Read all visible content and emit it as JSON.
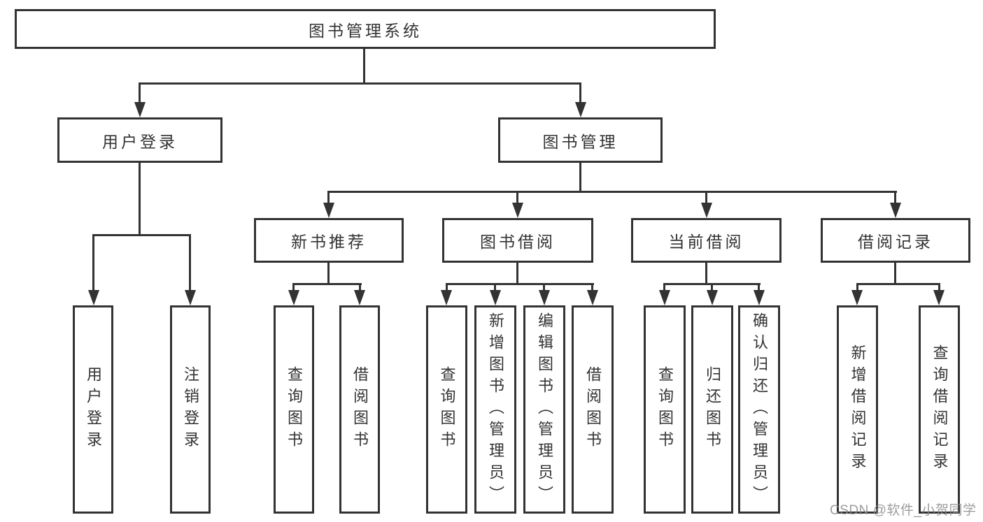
{
  "page": {
    "title": "图书管理系统",
    "watermark": "CSDN @软件_小贺同学"
  },
  "colors": {
    "line": "#333333",
    "text": "#333333",
    "box_background": "#ffffff",
    "watermark": "#8c8c8c",
    "background": "#ffffff"
  },
  "nodes": {
    "root": {
      "label": "图书管理系统"
    },
    "user_login": {
      "label": "用户登录"
    },
    "book_mgmt": {
      "label": "图书管理"
    },
    "new_books": {
      "label": "新书推荐"
    },
    "book_borrow": {
      "label": "图书借阅"
    },
    "current_borrow": {
      "label": "当前借阅"
    },
    "borrow_records": {
      "label": "借阅记录"
    },
    "leaf_user_login": {
      "label": "用户登录"
    },
    "leaf_logout": {
      "label": "注销登录"
    },
    "leaf_nb_query": {
      "label": "查询图书"
    },
    "leaf_nb_borrow": {
      "label": "借阅图书"
    },
    "leaf_bb_query": {
      "label": "查询图书"
    },
    "leaf_bb_add": {
      "label": "新增图书（管理员）"
    },
    "leaf_bb_edit": {
      "label": "编辑图书（管理员）"
    },
    "leaf_bb_borrow": {
      "label": "借阅图书"
    },
    "leaf_cb_query": {
      "label": "查询图书"
    },
    "leaf_cb_return": {
      "label": "归还图书"
    },
    "leaf_cb_confirm": {
      "label": "确认归还（管理员）"
    },
    "leaf_br_add": {
      "label": "新增借阅记录"
    },
    "leaf_br_query": {
      "label": "查询借阅记录"
    }
  },
  "hierarchy": {
    "root": [
      "用户登录",
      "图书管理"
    ],
    "user_login": [
      "用户登录",
      "注销登录"
    ],
    "book_mgmt": [
      "新书推荐",
      "图书借阅",
      "当前借阅",
      "借阅记录"
    ],
    "new_books": [
      "查询图书",
      "借阅图书"
    ],
    "book_borrow": [
      "查询图书",
      "新增图书（管理员）",
      "编辑图书（管理员）",
      "借阅图书"
    ],
    "current_borrow": [
      "查询图书",
      "归还图书",
      "确认归还（管理员）"
    ],
    "borrow_records": [
      "新增借阅记录",
      "查询借阅记录"
    ]
  }
}
